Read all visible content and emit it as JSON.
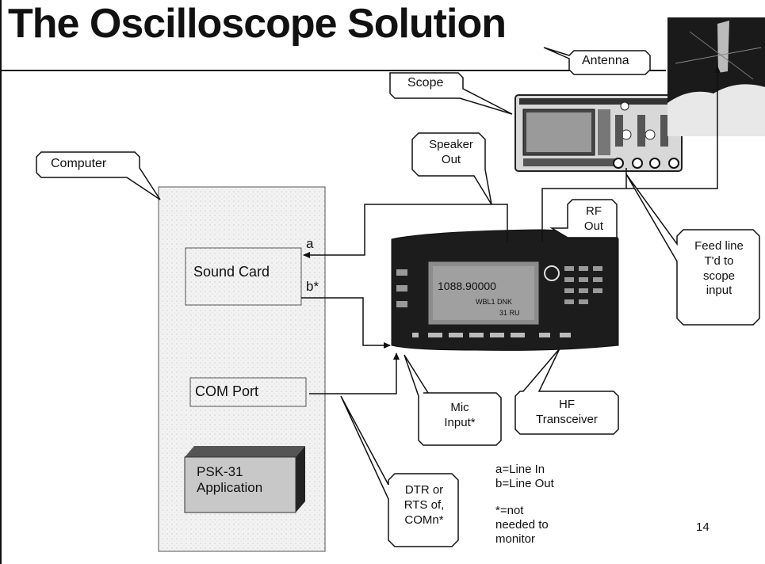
{
  "title": "The Oscilloscope Solution",
  "callouts": {
    "antenna": "Antenna",
    "scope": "Scope",
    "computer": "Computer",
    "speaker_out": [
      "Speaker",
      "Out"
    ],
    "rf_out": [
      "RF",
      "Out"
    ],
    "feed_line": [
      "Feed line",
      "T'd to",
      "scope",
      "input"
    ],
    "mic_input": [
      "Mic",
      "Input*"
    ],
    "hf_transceiver": [
      "HF",
      "Transceiver"
    ],
    "dtr_rts": [
      "DTR or",
      "RTS of,",
      "COMn*"
    ]
  },
  "computer": {
    "sound_card": "Sound Card",
    "com_port": "COM Port",
    "psk31": [
      "PSK-31",
      "Application"
    ],
    "port_a": "a",
    "port_b": "b*"
  },
  "radio_display": {
    "frequency": "1088.90000",
    "line2": "WBL1 DNK",
    "line3": "31 RU"
  },
  "legend": {
    "line_in": "a=Line In",
    "line_out": "b=Line Out",
    "not_needed": [
      "*=not",
      "needed to",
      "monitor"
    ]
  },
  "page_number": "14"
}
